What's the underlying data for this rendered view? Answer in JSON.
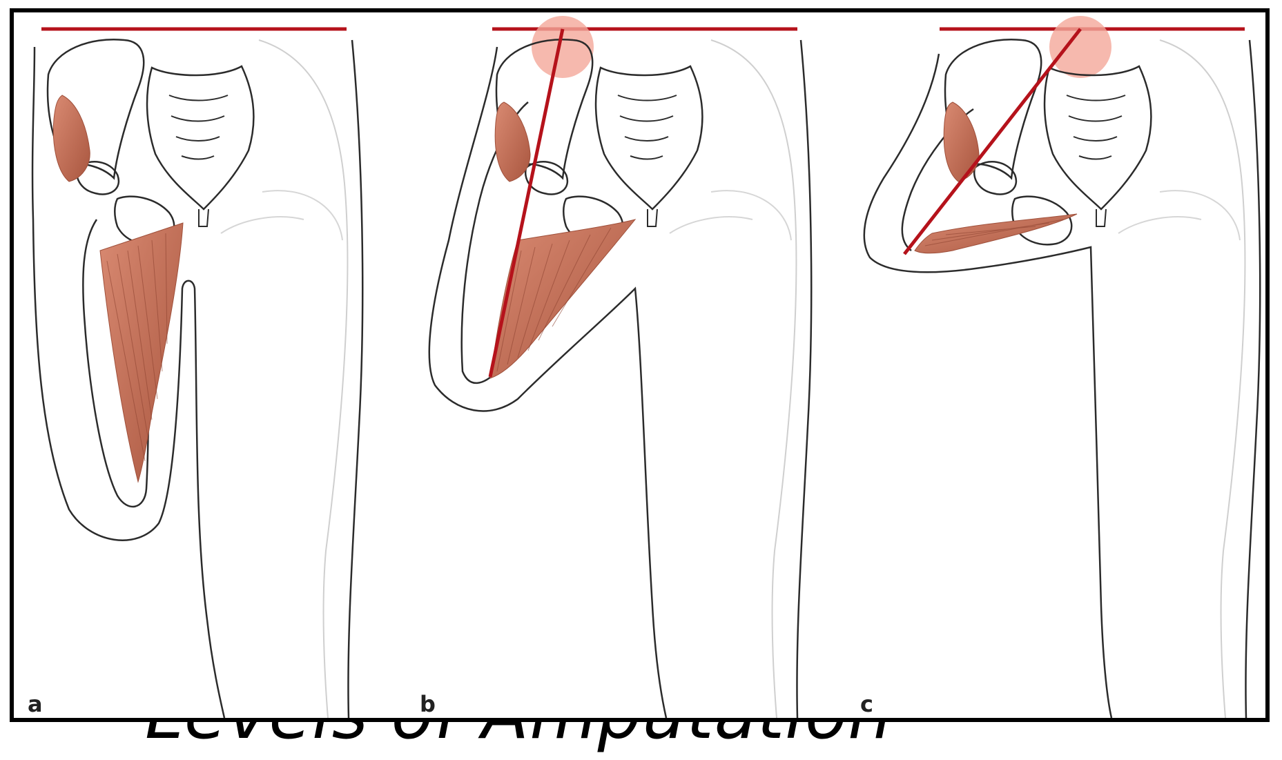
{
  "title": "Levels of Amputation",
  "panels": [
    {
      "label": "a"
    },
    {
      "label": "b"
    },
    {
      "label": "c"
    }
  ],
  "colors": {
    "reference_line": "#b5121b",
    "muscle": "#c5735c",
    "muscle_dark": "#9e4f3a",
    "highlight": "#f4a79a",
    "outline": "#2b2b2b",
    "faint_outline": "#c9c9c9"
  }
}
